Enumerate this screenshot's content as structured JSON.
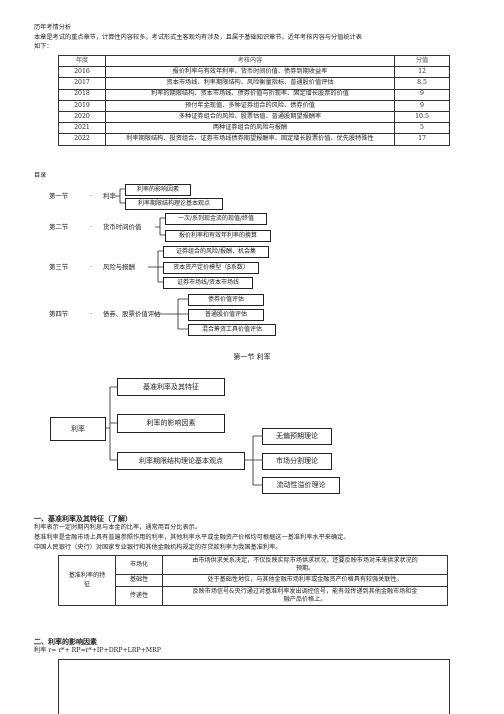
{
  "intro": {
    "heading": "历年考情分析",
    "text1": "本章是考试的重点章节，计算性内容较多。考试形式主客观均有涉及，且属于基础知识章节。近年考核内容与分值统计表",
    "text2": "如下："
  },
  "exam_table": {
    "headers": [
      "年度",
      "考核内容",
      "分值"
    ],
    "rows": [
      [
        "2016",
        "报价利率与有效年利率、货币时间价值、债券到期收益率",
        "12"
      ],
      [
        "2017",
        "资本市场线、利率期限结构、风险衡量指标、普通股价值评估",
        "8.5"
      ],
      [
        "2018",
        "利率的期限结构、资本市场线、债券价值与折现率、固定增长股票的价值",
        "9"
      ],
      [
        "2019",
        "预付年金现值、多种证券组合的风险、债券价值",
        "9"
      ],
      [
        "2020",
        "多种证券组合的风险、股票估值、普通股期望报酬率",
        "10.5"
      ],
      [
        "2021",
        "两种证券组合的风险与报酬",
        "5"
      ],
      [
        "2022",
        "利率期限结构、投资组合、证券市场线债券期望报酬率、固定增长股票价值、优先股特殊性",
        "17"
      ]
    ]
  },
  "directory": {
    "title": "目录",
    "sections": [
      {
        "num": "第一节",
        "name": "利率",
        "items": [
          "利率的影响因素",
          "利率期限结构理论基本观点"
        ]
      },
      {
        "num": "第二节",
        "name": "货币时间价值",
        "items": [
          "一次/系列现金流的现值/终值",
          "报价利率和有效年利率的换算"
        ]
      },
      {
        "num": "第三节",
        "name": "风险与报酬",
        "items": [
          "证券组合的风险/报酬、机会集",
          "资本资产定价模型（β系数）",
          "证券市场线/资本市场线"
        ]
      },
      {
        "num": "第四节",
        "name": "债券、股票价值评估",
        "items": [
          "债券价值评估",
          "普通股价值评估",
          "混合筹资工具价值评估"
        ]
      }
    ]
  },
  "section1": {
    "title": "第一节 利率",
    "mindmap": {
      "root": "利率",
      "branches": [
        "基准利率及其特征",
        "利率的影响因素",
        "利率期限结构理论基本观点"
      ],
      "leaves": [
        "无偏预期理论",
        "市场分割理论",
        "流动性溢价理论"
      ]
    }
  },
  "part1": {
    "heading": "一、基准利率及其特征（了解）",
    "p1": "利率表示一定时期内利息与本金的比率，通常用百分比表示。",
    "p2": "基准利率是金融市场上具有普遍参照作用的利率，其他利率水平或金融资产价格均可根据这一基准利率水平来确定。",
    "p3": "中国人民银行（央行）对国家专业银行和其他金融机构规定的存贷款利率为我国基准利率。",
    "table": {
      "row_label_1": "基准利率的特",
      "row_label_2": "征",
      "rows": [
        [
          "市场化",
          "由市场供求关系决定，不仅反映实际市场供求状况，还要反映市场对未来供求状况的",
          "预期。"
        ],
        [
          "基础性",
          "处于基础性地位，与其他金融市场利率或金融资产价格具有较强关联性。",
          ""
        ],
        [
          "传递性",
          "反映市场信号&央行通过对基准利率发出调控信号，能有效传递到其他金融市场和金",
          "融产品价格上。"
        ]
      ]
    }
  },
  "part2": {
    "heading": "二、利率的影响因素",
    "formula": "利率 r= r*+ RP=r*+IP+DRP+LRP+MRP"
  }
}
